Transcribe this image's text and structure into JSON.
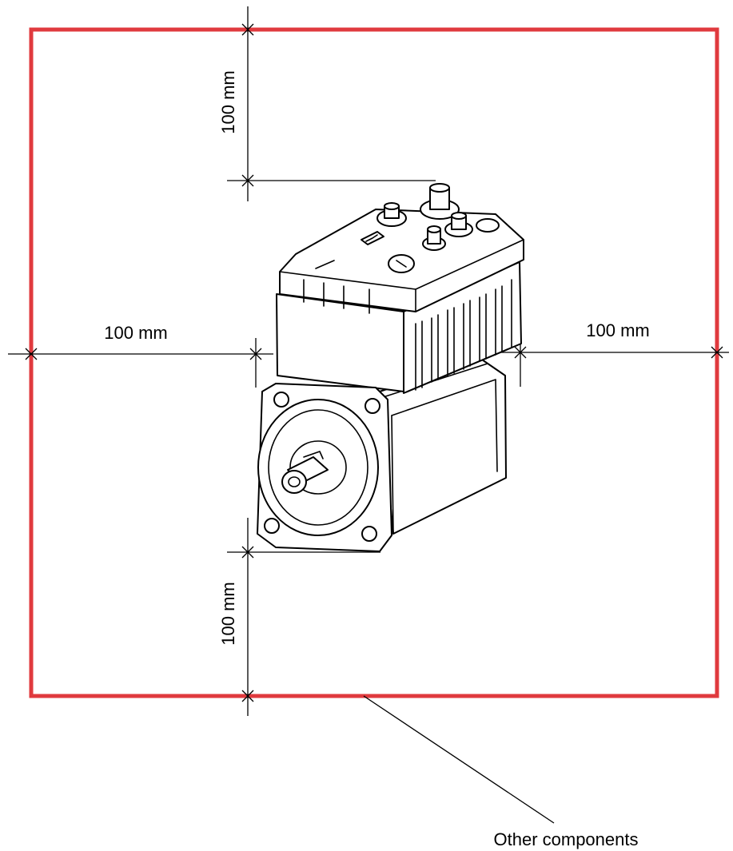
{
  "dimensions": {
    "top": "100 mm",
    "left": "100 mm",
    "right": "100 mm",
    "bottom": "100 mm"
  },
  "callout": {
    "label": "Other components"
  },
  "colors": {
    "boundary": "#e03a3e",
    "line": "#000000"
  }
}
